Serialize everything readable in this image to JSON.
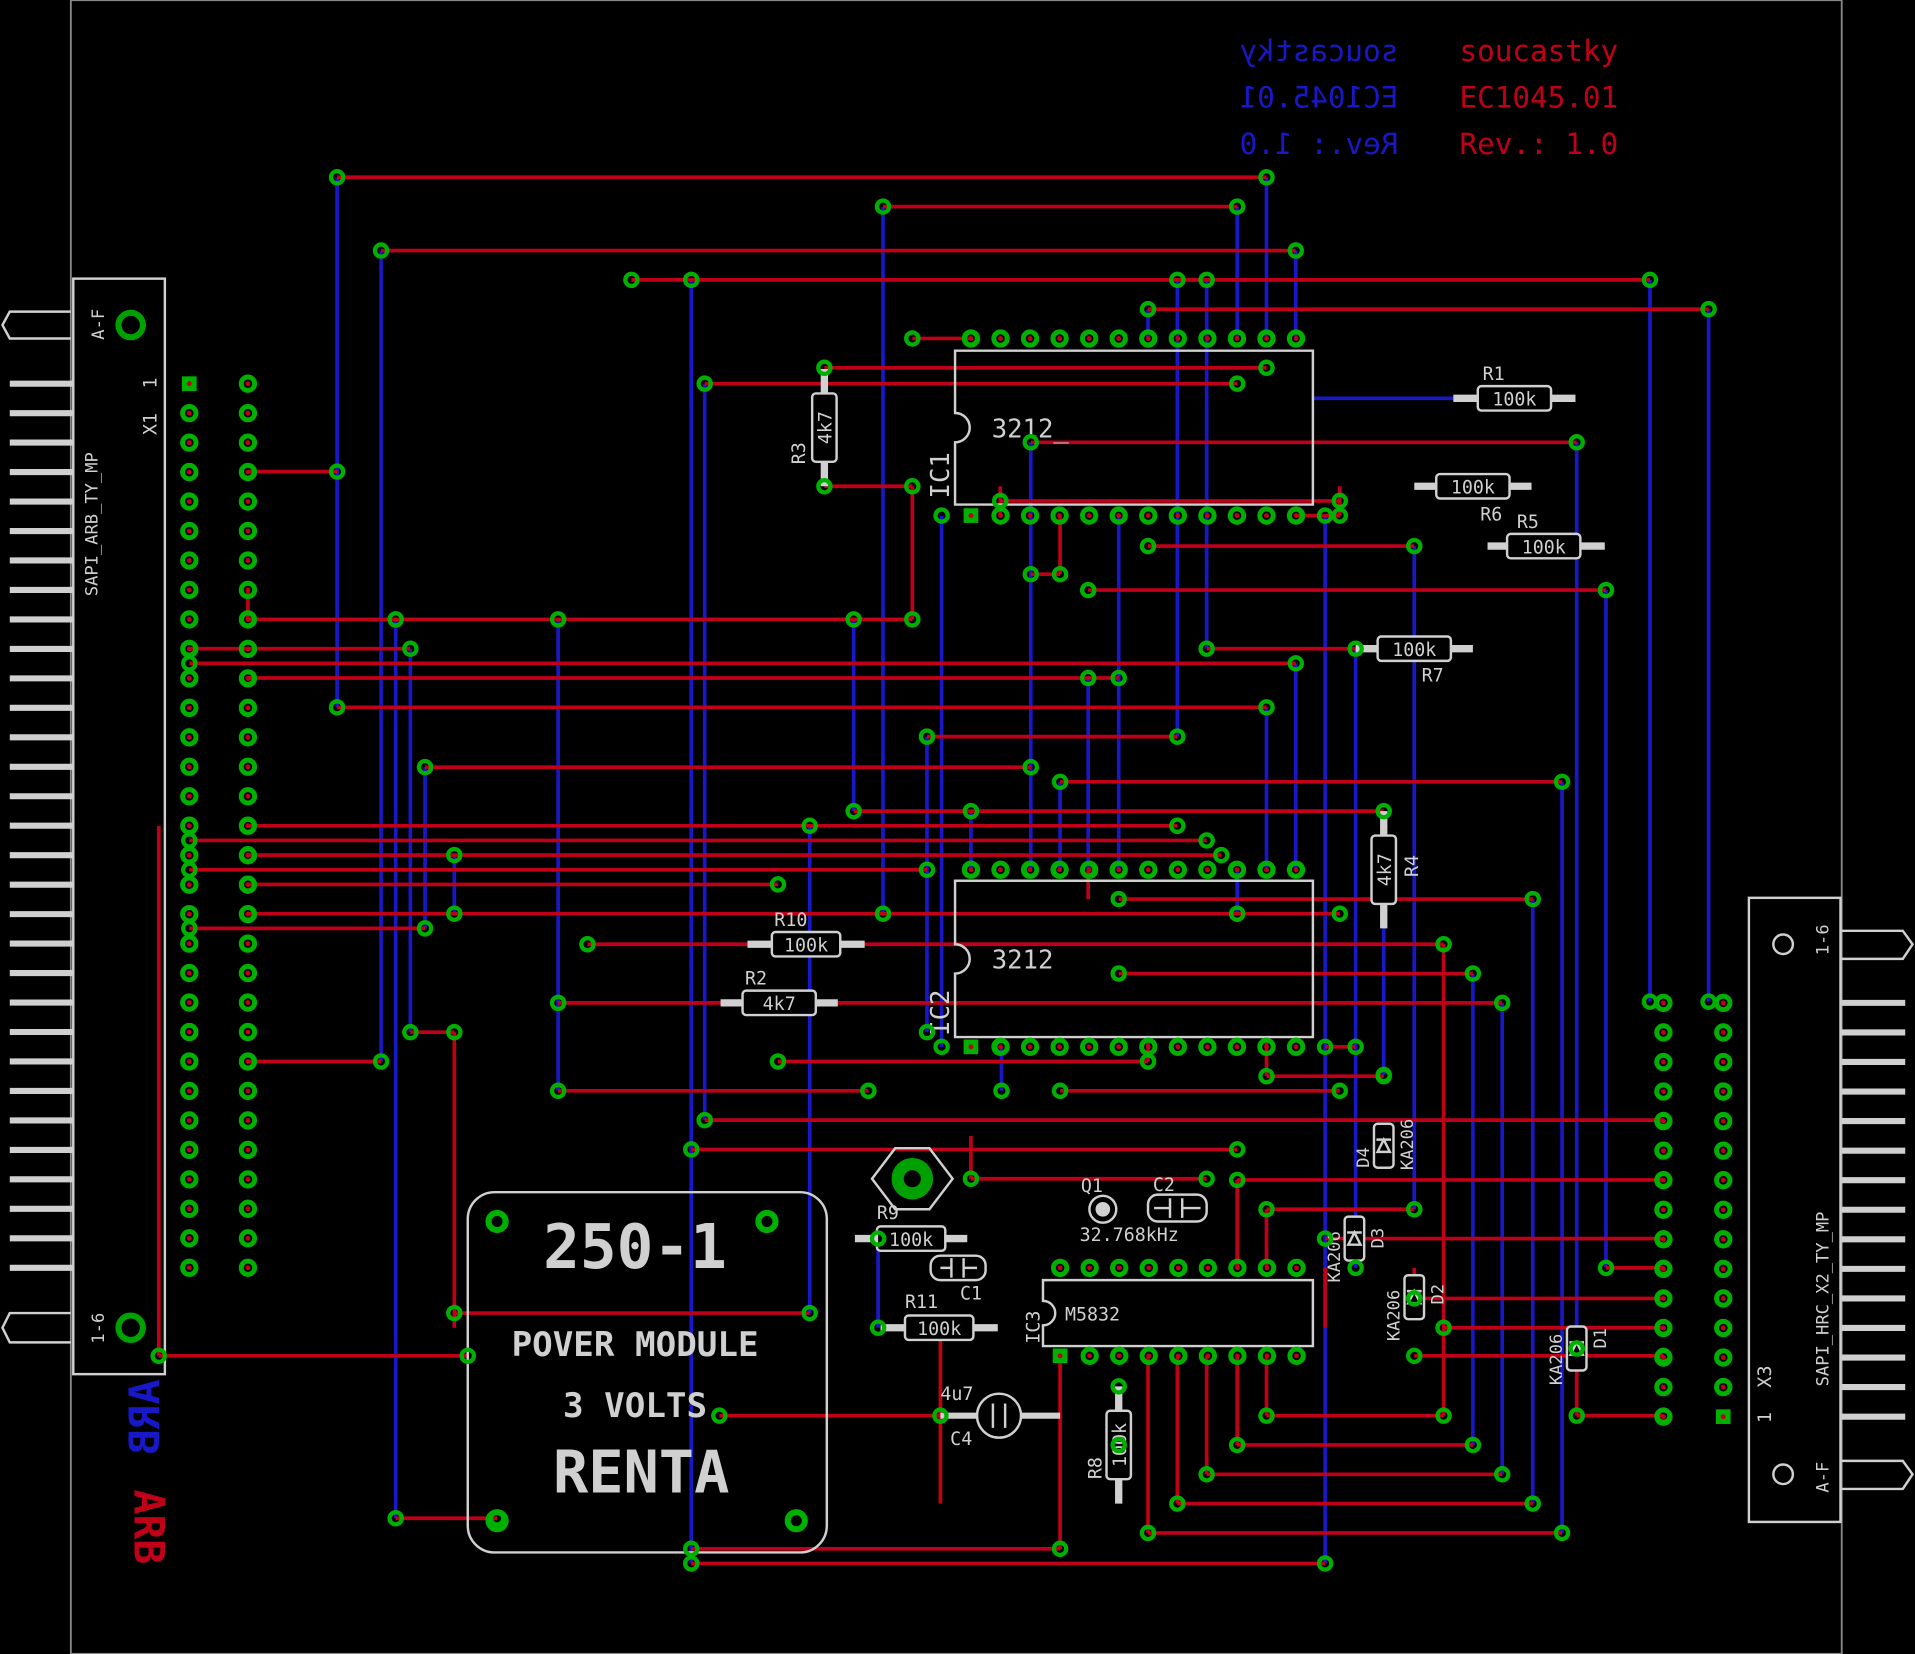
{
  "board": {
    "title_red": "soucastky",
    "title_blue": "soucastky",
    "code_red": "EC1045.01",
    "code_blue": "EC1045.01",
    "rev_red": "Rev.: 1.0",
    "rev_blue": "Rev.: 1.0",
    "logo": "ARB",
    "colors": {
      "top_trace": "#c00018",
      "bottom_trace": "#1818c8",
      "pad": "#00a000",
      "silkscreen": "#d0d0d0",
      "background": "#000000"
    }
  },
  "connectors": {
    "x1": {
      "ref": "X1",
      "pin1": "1",
      "name": "SAPI_ARB_TY_MP",
      "row_a": "A-F",
      "row_b": "1-6"
    },
    "x3": {
      "ref": "X3",
      "pin1": "1",
      "name": "SAPI_HRC_X2_TY_MP",
      "row_a": "A-F",
      "row_b": "1-6"
    }
  },
  "ics": [
    {
      "ref": "IC1",
      "value": "3212_"
    },
    {
      "ref": "IC2",
      "value": "3212"
    },
    {
      "ref": "IC3",
      "value": "M5832"
    }
  ],
  "resistors": [
    {
      "ref": "R1",
      "value": "100k"
    },
    {
      "ref": "R6",
      "value": "100k"
    },
    {
      "ref": "R5",
      "value": "100k"
    },
    {
      "ref": "R7",
      "value": "100k"
    },
    {
      "ref": "R3",
      "value": "4k7"
    },
    {
      "ref": "R4",
      "value": "4k7"
    },
    {
      "ref": "R10",
      "value": "100k"
    },
    {
      "ref": "R2",
      "value": "4k7"
    },
    {
      "ref": "R9",
      "value": "100k"
    },
    {
      "ref": "R11",
      "value": "100k"
    },
    {
      "ref": "R8",
      "value": "100k"
    }
  ],
  "others": {
    "q1": {
      "ref": "Q1",
      "value": "32.768kHz"
    },
    "c1": {
      "ref": "C1"
    },
    "c2": {
      "ref": "C2"
    },
    "c4": {
      "ref": "C4",
      "value": "4u7"
    },
    "diodes": [
      {
        "ref": "D4",
        "value": "KA206"
      },
      {
        "ref": "D3",
        "value": "KA206"
      },
      {
        "ref": "D2",
        "value": "KA206"
      },
      {
        "ref": "D1",
        "value": "KA206"
      }
    ]
  },
  "power_module": {
    "line1": "250-1",
    "line2": "POVER MODULE",
    "line3": "3 VOLTS",
    "line4": "RENTA"
  }
}
